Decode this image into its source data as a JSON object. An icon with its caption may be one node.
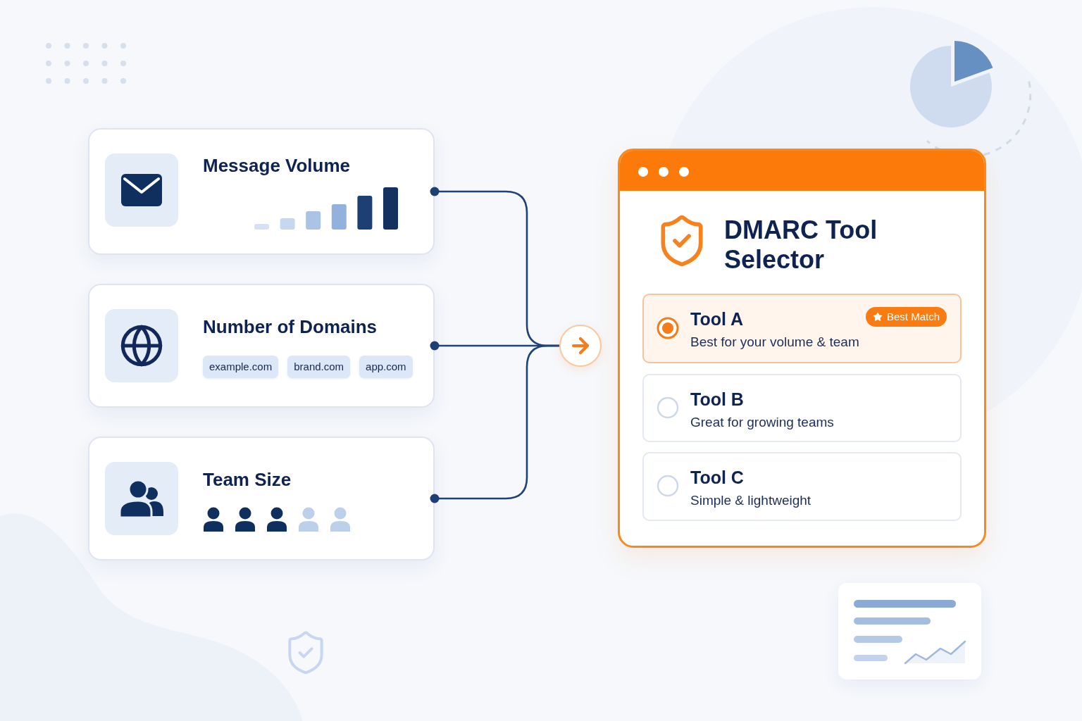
{
  "diagram": {
    "nodes": [
      {
        "text": [
          "Message Volume"
        ]
      },
      {
        "text": [
          "Number of Domains"
        ]
      },
      {
        "text": [
          "example.com"
        ],
        "in": 1
      },
      {
        "text": [
          "brand.com"
        ],
        "in": 1
      },
      {
        "text": [
          "app.com"
        ],
        "in": 1
      },
      {
        "text": [
          "Team Size"
        ]
      },
      {
        "text": [],
        "shape": "circle"
      },
      {
        "text": [
          "DMARC Tool Selector"
        ]
      },
      {
        "text": [
          "Tool A",
          "Best for your volume & team"
        ],
        "in": 7
      },
      {
        "text": [
          "Best Match"
        ],
        "in": 8
      },
      {
        "text": [
          "Tool B",
          "Great for growing teams"
        ],
        "in": 7
      },
      {
        "text": [
          "Tool C",
          "Simple & lightweight"
        ],
        "in": 7
      }
    ],
    "edges": [
      {
        "from": 0,
        "to": 6,
        "arrow": "other"
      },
      {
        "from": 1,
        "to": 6,
        "arrow": "other"
      },
      {
        "from": 5,
        "to": 6,
        "arrow": "other"
      }
    ]
  }
}
